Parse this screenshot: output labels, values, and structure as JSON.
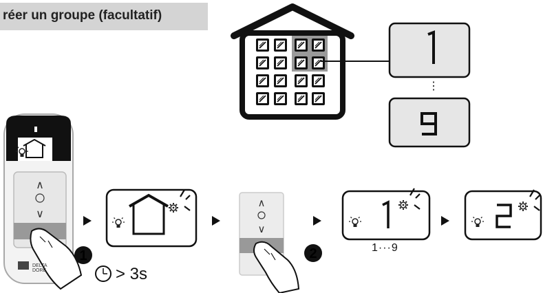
{
  "title": "réer un groupe (facultatif)",
  "remote": {
    "brand_line1": "DELTA",
    "brand_line2": "DORE",
    "buttons": {
      "up": "∧",
      "stop": "○",
      "down": "∨"
    }
  },
  "steps": [
    {
      "number": "1",
      "instruction": "> 3s"
    },
    {
      "number": "2"
    }
  ],
  "house_grid": {
    "rows": 4,
    "cols": 4,
    "highlighted": [
      [
        0,
        2
      ],
      [
        0,
        3
      ],
      [
        1,
        2
      ],
      [
        1,
        3
      ]
    ]
  },
  "group_displays": {
    "top": "1",
    "bottom": "9",
    "separator": "⋮"
  },
  "screens": [
    {
      "id": "house-screen",
      "content": "house"
    },
    {
      "id": "group-1-screen",
      "content": "1",
      "range": "1···9"
    },
    {
      "id": "group-2-screen",
      "content": "2"
    }
  ],
  "icons": [
    "bulb-icon",
    "gear-icon",
    "timer-icon",
    "hand-icon",
    "arrow-right-icon",
    "house-icon"
  ]
}
